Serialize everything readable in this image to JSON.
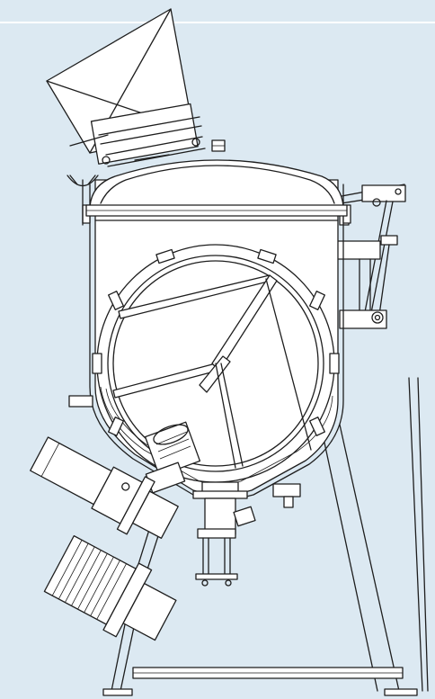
{
  "colors": {
    "background": "#dce9f2",
    "line": "#1e1e1e",
    "top_rule": "#ffffff",
    "part_fill": "#ffffff"
  },
  "parts": [
    "feed-hopper",
    "vessel-body",
    "vessel-lid",
    "inspection-door",
    "agitator-blade",
    "side-lever-bracket",
    "discharge-valve",
    "gear-motor-upper",
    "gear-motor-lower",
    "support-frame"
  ]
}
